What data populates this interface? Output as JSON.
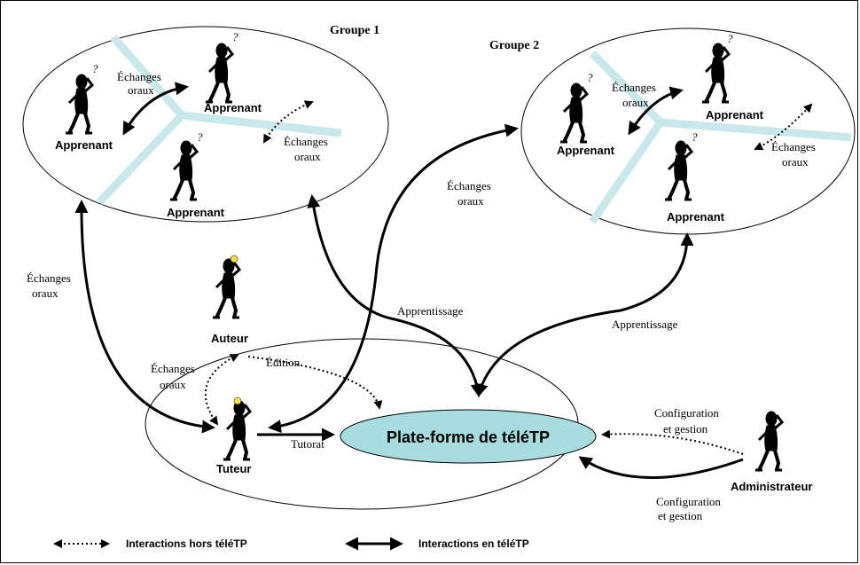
{
  "groups": {
    "g1": "Groupe 1",
    "g2": "Groupe 2"
  },
  "roles": {
    "apprenant": "Apprenant",
    "auteur": "Auteur",
    "tuteur": "Tuteur",
    "administrateur": "Administrateur"
  },
  "platform": "Plate-forme de téléTP",
  "labels": {
    "echanges_oraux_line1": "Échanges",
    "echanges_oraux_line2": "oraux",
    "apprentissage": "Apprentissage",
    "edition": "Édition",
    "tutorat": "Tutorat",
    "config_line1": "Configuration",
    "config_line2": "et gestion"
  },
  "legend": {
    "dotted": "Interactions hors téléTP",
    "solid": "Interactions en téléTP"
  },
  "colors": {
    "platform_fill": "#a8dde0",
    "road": "#c8e8ec",
    "bulb": "#f4e04a"
  }
}
